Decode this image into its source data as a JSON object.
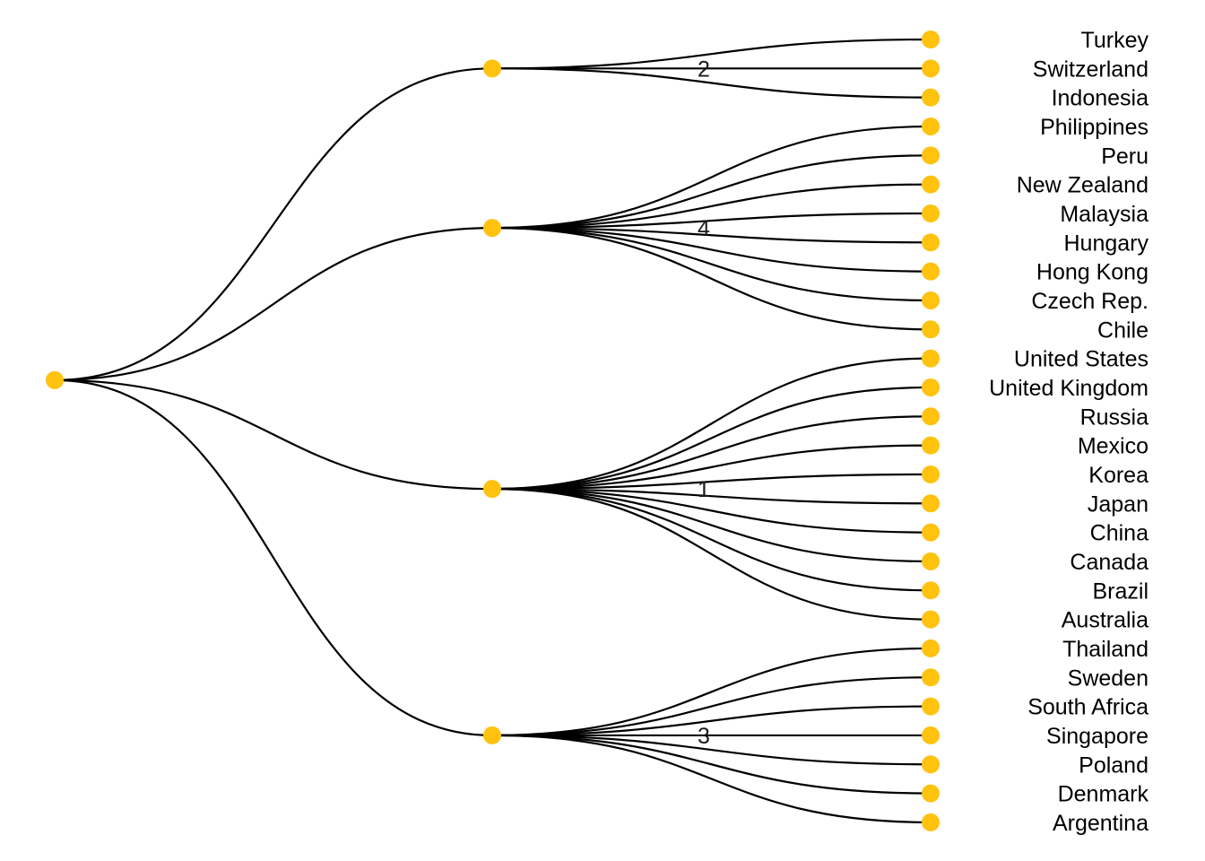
{
  "colors": {
    "node": "#FFC20E",
    "edge": "#000000",
    "text": "#000000"
  },
  "tree": {
    "root": {},
    "clusters": [
      {
        "label": "2",
        "leaves": [
          "Turkey",
          "Switzerland",
          "Indonesia"
        ]
      },
      {
        "label": "4",
        "leaves": [
          "Philippines",
          "Peru",
          "New Zealand",
          "Malaysia",
          "Hungary",
          "Hong Kong",
          "Czech Rep.",
          "Chile"
        ]
      },
      {
        "label": "1",
        "leaves": [
          "United States",
          "United Kingdom",
          "Russia",
          "Mexico",
          "Korea",
          "Japan",
          "China",
          "Canada",
          "Brazil",
          "Australia"
        ]
      },
      {
        "label": "3",
        "leaves": [
          "Thailand",
          "Sweden",
          "South Africa",
          "Singapore",
          "Poland",
          "Denmark",
          "Argentina"
        ]
      }
    ]
  }
}
